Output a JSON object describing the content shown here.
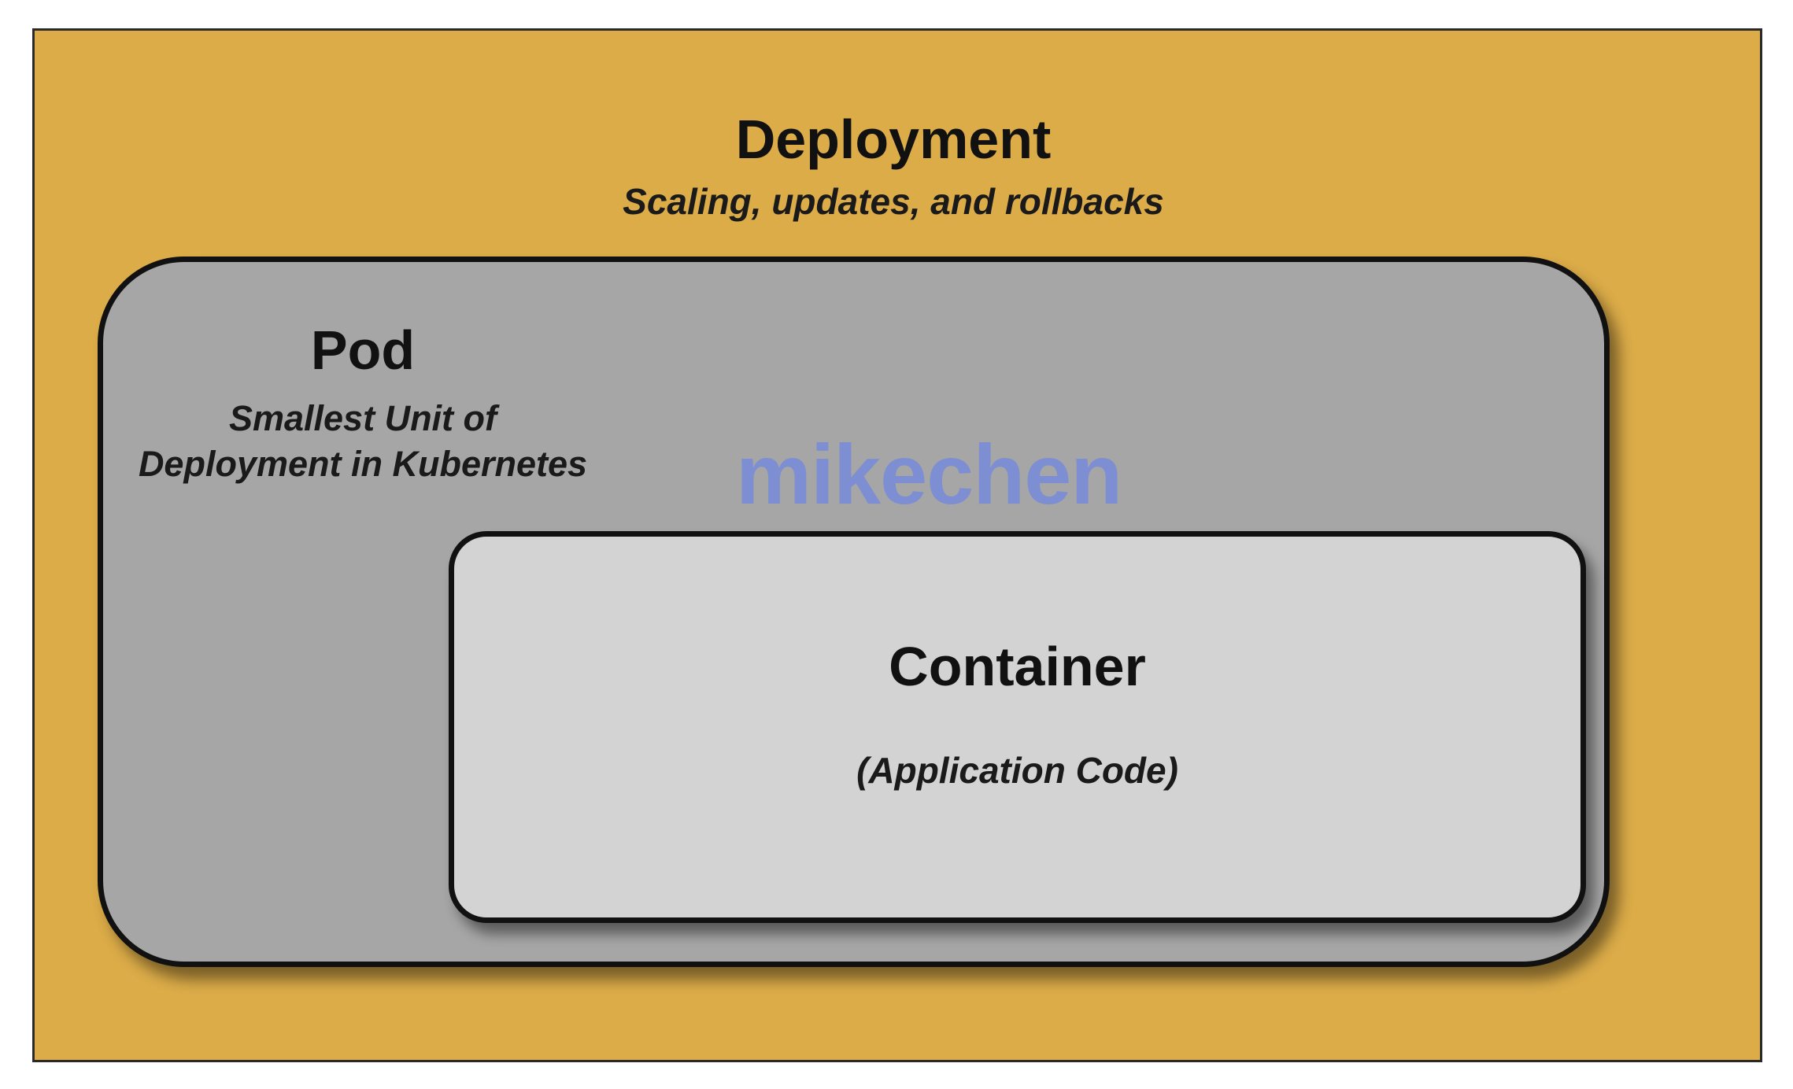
{
  "deployment": {
    "title": "Deployment",
    "subtitle": "Scaling, updates, and rollbacks",
    "color": "#dcac48"
  },
  "pod": {
    "title": "Pod",
    "subtitle_line1": "Smallest Unit of",
    "subtitle_line2": "Deployment in Kubernetes",
    "color": "#a6a6a6"
  },
  "container": {
    "title": "Container",
    "subtitle": "(Application Code)",
    "color": "#d3d3d3"
  },
  "watermark": {
    "text": "mikechen",
    "color": "#7d8fd2"
  }
}
